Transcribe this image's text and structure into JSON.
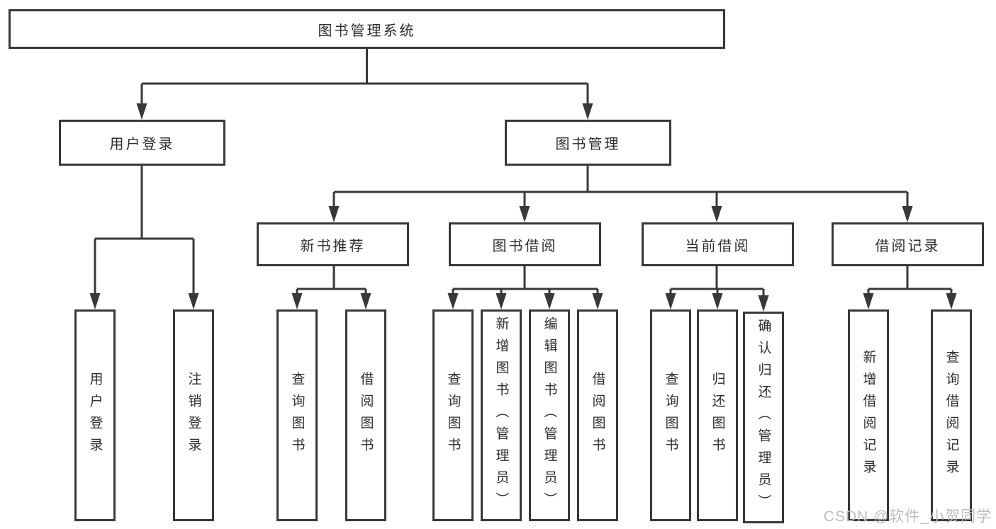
{
  "diagram": {
    "type": "tree",
    "root": {
      "label": "图书管理系统"
    },
    "branches": [
      {
        "label": "用户登录",
        "children": [
          {
            "label": "用户登录"
          },
          {
            "label": "注销登录"
          }
        ]
      },
      {
        "label": "图书管理",
        "children": [
          {
            "label": "新书推荐",
            "children": [
              {
                "label": "查询图书"
              },
              {
                "label": "借阅图书"
              }
            ]
          },
          {
            "label": "图书借阅",
            "children": [
              {
                "label": "查询图书"
              },
              {
                "label": "新增图书（管理员）"
              },
              {
                "label": "编辑图书（管理员）"
              },
              {
                "label": "借阅图书"
              }
            ]
          },
          {
            "label": "当前借阅",
            "children": [
              {
                "label": "查询图书"
              },
              {
                "label": "归还图书"
              },
              {
                "label": "确认归还（管理员）"
              }
            ]
          },
          {
            "label": "借阅记录",
            "children": [
              {
                "label": "新增借阅记录"
              },
              {
                "label": "查询借阅记录"
              }
            ]
          }
        ]
      }
    ],
    "colors": {
      "line": "#383838",
      "text": "#2d2d2d",
      "background": "#ffffff",
      "watermark": "#bdbdbd"
    }
  },
  "watermark": {
    "text": "CSDN @软件_小贺同学"
  }
}
